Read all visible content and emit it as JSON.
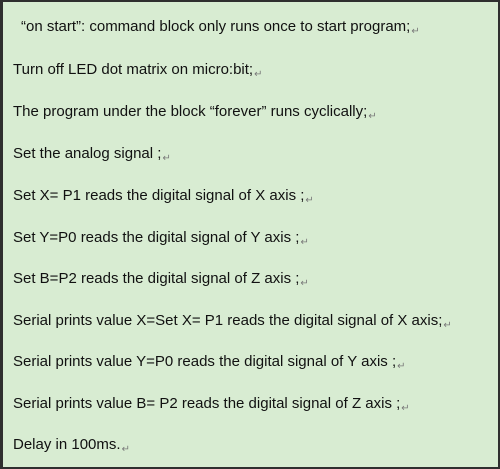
{
  "document": {
    "lines": [
      "“on start”: command block only runs once to start program;",
      "Turn off LED dot matrix on micro:bit;",
      "The program under the block “forever” runs cyclically;",
      "Set the analog signal ;",
      "Set X= P1 reads the digital signal of X axis ;",
      "Set Y=P0 reads the digital signal of Y axis ;",
      "Set B=P2 reads the digital signal of Z axis ;",
      "Serial prints value X=Set X= P1 reads the digital signal of X axis;",
      "Serial prints value Y=P0 reads the digital signal of Y axis ;",
      "Serial prints value B= P2 reads the digital signal of Z axis ;",
      "Delay in 100ms."
    ],
    "paragraph_mark": "↵"
  },
  "colors": {
    "background": "#d8ecd2",
    "border": "#2f2f2f",
    "text": "#111111",
    "paragraph_mark": "#7a7a7a"
  }
}
